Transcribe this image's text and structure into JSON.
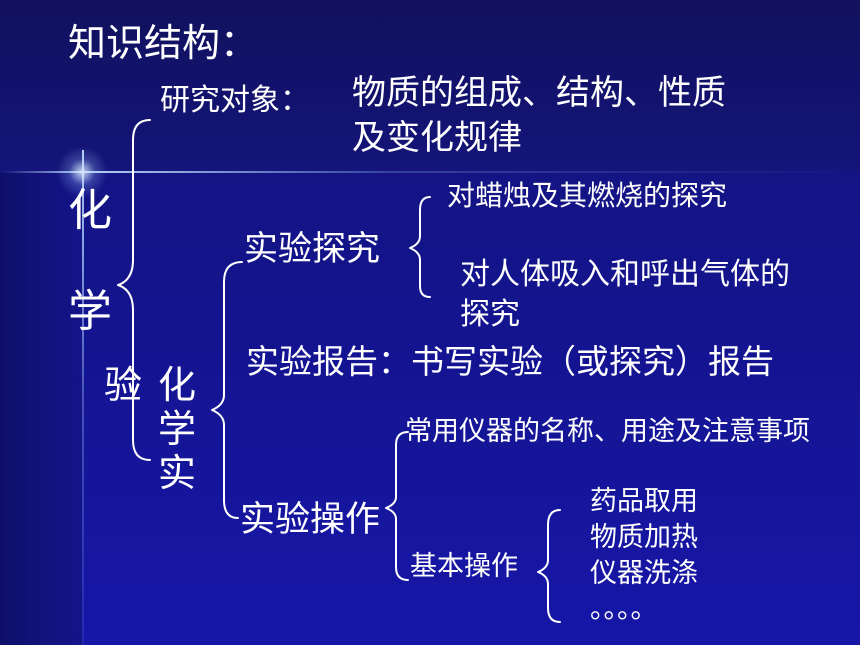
{
  "title": "知识结构：",
  "research_label": "研究对象：",
  "research_line1": "物质的组成、结构、性质",
  "research_line2": "及变化规律",
  "vertical_left_1": "化",
  "vertical_left_2": "学",
  "left_char_yan": "验",
  "vertical_sub_1": "化",
  "vertical_sub_2": "学",
  "vertical_sub_3": "实",
  "explore": {
    "label": "实验探究",
    "item1": "对蜡烛及其燃烧的探究",
    "item2_line1": "对人体吸入和呼出气体的",
    "item2_line2": "探究"
  },
  "report": {
    "label": "实验报告：书写实验（或探究）报告"
  },
  "operation": {
    "label": "实验操作",
    "item1": "常用仪器的名称、用途及注意事项",
    "basic_label": "基本操作",
    "basic_items": [
      "药品取用",
      "物质加热",
      "仪器洗涤",
      "。。。。"
    ]
  },
  "colors": {
    "background": "#1414a0",
    "text": "#ffffff"
  }
}
